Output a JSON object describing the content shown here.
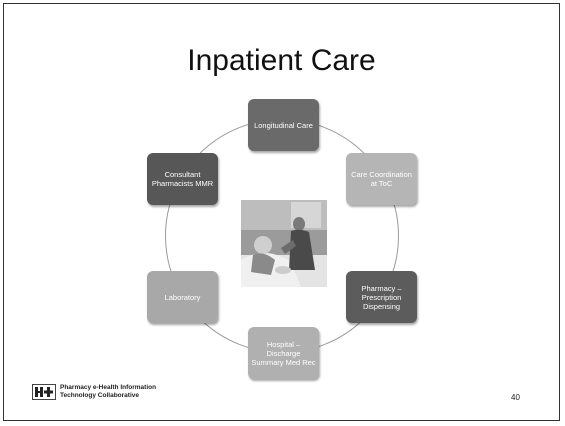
{
  "slide": {
    "title": "Inpatient Care",
    "page_number": "40"
  },
  "cycle": {
    "nodes": [
      {
        "label": "Longitudinal Care",
        "color": "#6a6a6a"
      },
      {
        "label": "Care Coordination at ToC",
        "color": "#b5b5b5"
      },
      {
        "label": "Pharmacy – Prescription Dispensing",
        "color": "#5c5c5c"
      },
      {
        "label": "Hospital – Discharge Summary Med Rec",
        "color": "#b0b0b0"
      },
      {
        "label": "Laboratory",
        "color": "#a8a8a8"
      },
      {
        "label": "Consultant Pharmacists MMR",
        "color": "#575757"
      }
    ]
  },
  "footer": {
    "logo_line1": "Pharmacy e-Health Information",
    "logo_line2": "Technology Collaborative"
  },
  "colors": {
    "ring": "#9a9a9a",
    "border": "#333333"
  }
}
